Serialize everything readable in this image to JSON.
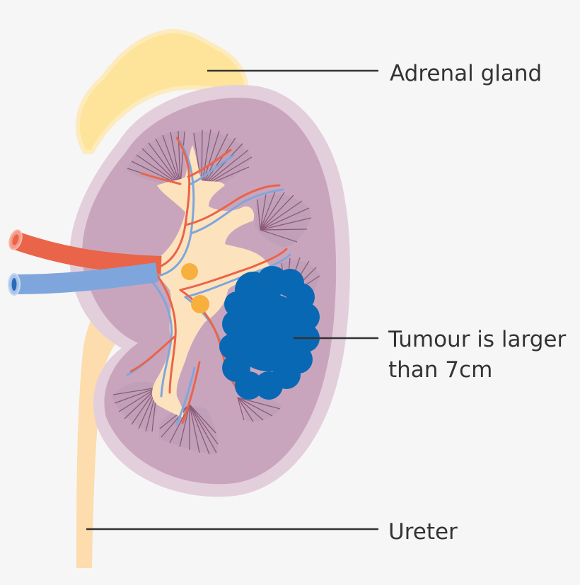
{
  "labels": {
    "adrenal": "Adrenal gland",
    "tumour_line1": "Tumour is larger",
    "tumour_line2": "than 7cm",
    "ureter": "Ureter"
  },
  "colors": {
    "background": "#f6f6f6",
    "adrenal": "#fde49a",
    "capsule": "#e3cfdc",
    "cortex": "#c9a5bd",
    "pyramid_lines": "#8c5a7a",
    "pelvis": "#fde3bd",
    "ureter": "#fddcad",
    "artery": "#ea6449",
    "vein": "#7fa6dc",
    "node": "#f7b03e",
    "tumour": "#0868b4",
    "label_text": "#333333"
  }
}
